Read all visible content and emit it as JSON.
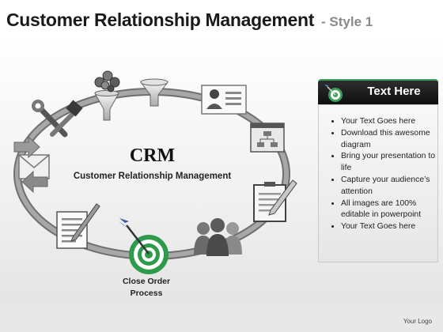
{
  "title": {
    "main": "Customer Relationship Management",
    "sub": "- Style 1"
  },
  "center": {
    "heading": "CRM",
    "subheading": "Customer Relationship Management"
  },
  "cycle_label": {
    "line1": "Close Order",
    "line2": "Process"
  },
  "panel": {
    "title": "Text Here",
    "items": [
      "Your Text Goes here",
      "Download this awesome diagram",
      "Bring your presentation to life",
      "Capture your audience’s attention",
      "All images are 100% editable in powerpoint",
      "Your Text Goes here"
    ]
  },
  "footer": {
    "logo": "Your Logo"
  },
  "colors": {
    "ring": "#8f8f8f",
    "accent": "#3aa05a",
    "panel_header": "#1a1a1a"
  },
  "icons": [
    "money-funnel-icon",
    "funnel-icon",
    "contact-card-icon",
    "sitemap-window-icon",
    "clipboard-pen-icon",
    "people-group-icon",
    "target-dart-icon",
    "document-pen-icon",
    "mail-arrows-icon",
    "tools-icon"
  ]
}
